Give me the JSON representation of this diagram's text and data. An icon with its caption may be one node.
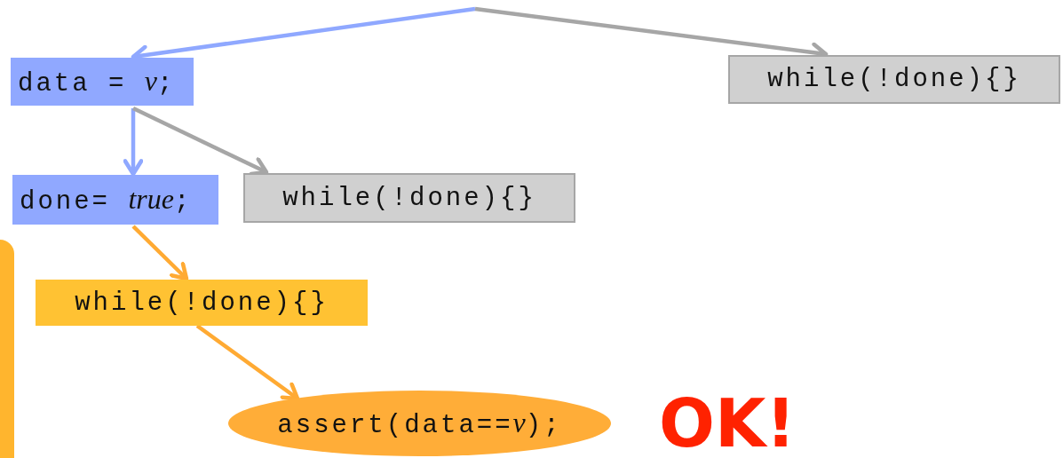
{
  "diagram": {
    "nodes": [
      {
        "text": [
          "data = *v*;"
        ]
      },
      {
        "text": [
          "while(!done){}"
        ]
      },
      {
        "text": [
          "done= *true*;"
        ]
      },
      {
        "text": [
          "while(!done){}"
        ]
      },
      {
        "text": [
          "while(!done){}"
        ]
      },
      {
        "text": [
          "assert(data==*v*);"
        ]
      }
    ],
    "edges": [
      {
        "from": null,
        "to": 0,
        "arrow": "to",
        "color": "#8fa8ff"
      },
      {
        "from": null,
        "to": 1,
        "arrow": "to",
        "color": "#a6a6a6"
      },
      {
        "from": 0,
        "to": 2,
        "arrow": "to",
        "color": "#8fa8ff"
      },
      {
        "from": 0,
        "to": 3,
        "arrow": "to",
        "color": "#a6a6a6"
      },
      {
        "from": 2,
        "to": 4,
        "arrow": "to",
        "color": "#ffaa33"
      },
      {
        "from": 4,
        "to": 5,
        "arrow": "to",
        "color": "#ffaa33"
      }
    ],
    "labels": [
      "OK!"
    ]
  }
}
